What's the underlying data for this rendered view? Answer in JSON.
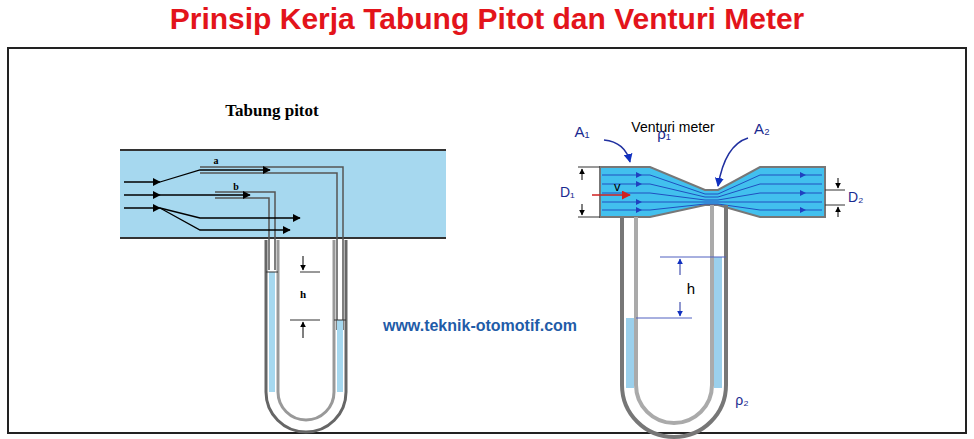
{
  "diagram": {
    "title": "Prinsip Kerja Tabung Pitot dan Venturi Meter",
    "labels": [
      "Tabung pitot",
      "a",
      "b",
      "h",
      "Venturi meter",
      "A₁",
      "ρ₁",
      "A₂",
      "D₁",
      "v",
      "D₂",
      "h",
      "ρ₂",
      "www.teknik-otomotif.com"
    ]
  }
}
